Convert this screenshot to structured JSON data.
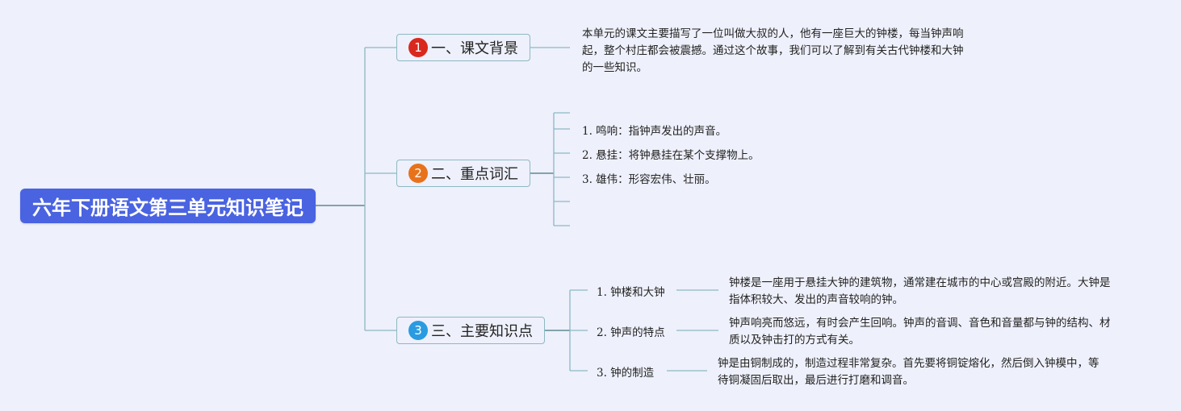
{
  "root": {
    "title": "六年下册语文第三单元知识笔记"
  },
  "branches": [
    {
      "number": "1",
      "label": "一、课文背景",
      "badge_color": "#d9281e",
      "description": "本单元的课文主要描写了一位叫做大叔的人，他有一座巨大的钟楼，每当钟声响起，整个村庄都会被震撼。通过这个故事，我们可以了解到有关古代钟楼和大钟的一些知识。",
      "description_lines": [
        "本单元的课文主要描写了一位叫做大叔的人，他有一座巨大的钟楼，每当钟声响",
        "起，整个村庄都会被震撼。通过这个故事，我们可以了解到有关古代钟楼和大钟",
        "的一些知识。"
      ]
    },
    {
      "number": "2",
      "label": "二、重点词汇",
      "badge_color": "#e8711c",
      "items": [
        "1. 鸣响：指钟声发出的声音。",
        "2. 悬挂：将钟悬挂在某个支撑物上。",
        "3. 雄伟：形容宏伟、壮丽。"
      ]
    },
    {
      "number": "3",
      "label": "三、主要知识点",
      "badge_color": "#2a9be0",
      "items": [
        {
          "title": "1. 钟楼和大钟",
          "lines": [
            "钟楼是一座用于悬挂大钟的建筑物，通常建在城市的中心或宫殿的附近。大钟是",
            "指体积较大、发出的声音较响的钟。"
          ]
        },
        {
          "title": "2. 钟声的特点",
          "lines": [
            "钟声响亮而悠远，有时会产生回响。钟声的音调、音色和音量都与钟的结构、材",
            "质以及钟击打的方式有关。"
          ]
        },
        {
          "title": "3. 钟的制造",
          "lines": [
            "钟是由铜制成的，制造过程非常复杂。首先要将铜锭熔化，然后倒入钟模中，等",
            "待铜凝固后取出，最后进行打磨和调音。"
          ]
        }
      ]
    }
  ],
  "colors": {
    "background": "#eef1fb",
    "root": "#4a63e0",
    "connector": "#8cb9c2",
    "root_connector": "#5b8a8e"
  }
}
